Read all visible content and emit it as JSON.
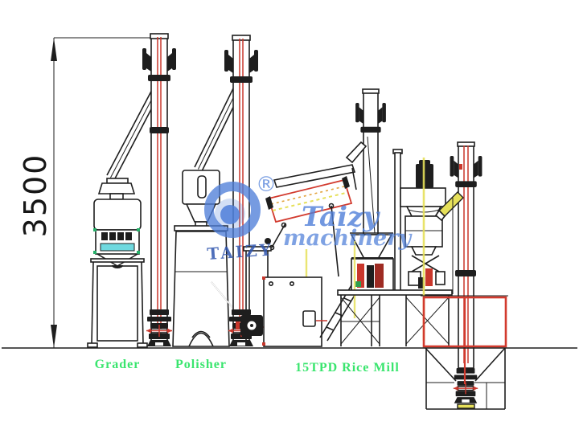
{
  "page": {
    "background_color": "#ffffff"
  },
  "annotations": {
    "height_dimension": "3500"
  },
  "machine_labels": {
    "grader": "Grader",
    "polisher": "Polisher",
    "rice_mill": "15TPD Rice Mill"
  },
  "watermark": {
    "brand_line1": "Taizy",
    "brand_line2": "machinery",
    "logo_wordmark": "TAIZY",
    "registered_mark": "®"
  },
  "colors": {
    "drawing_ink": "#1e1e1e",
    "elevator_red": "#c9372c",
    "hopper_red": "#d23a2e",
    "label_green": "#3ae56e",
    "accent_cyan": "#6fd9df",
    "accent_yellow": "#e6e05a",
    "watermark_blue": "#4f7fd9",
    "logo_dark_blue": "#3156ae"
  }
}
